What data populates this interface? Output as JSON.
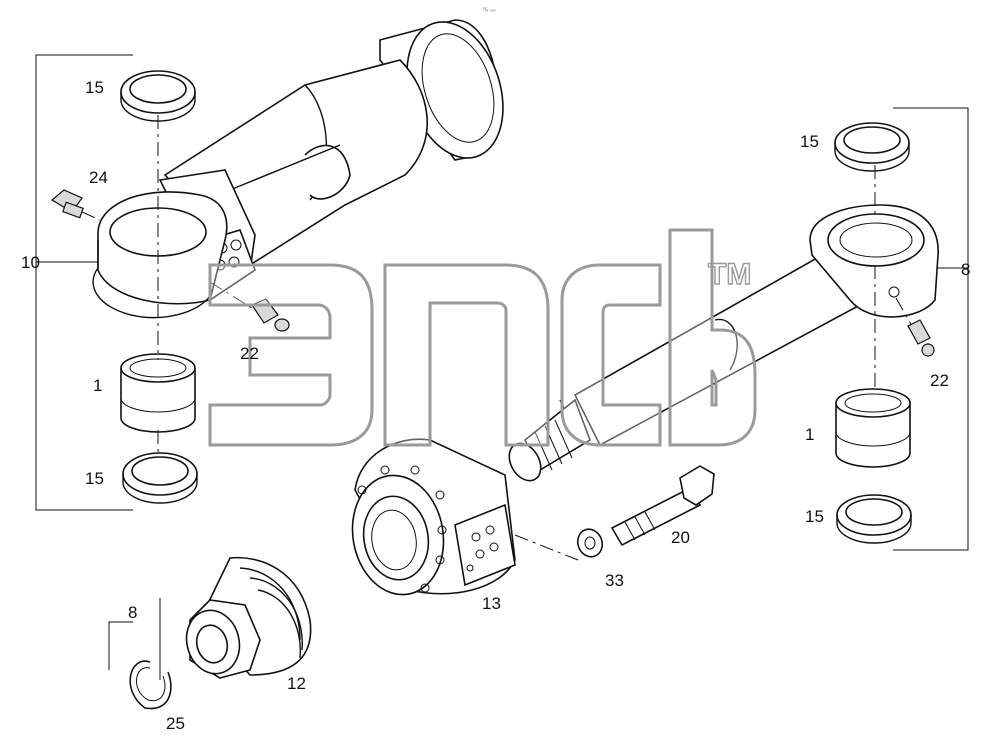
{
  "figure": {
    "tiny_ref": "⁰/₉ ₀₀₀",
    "watermark_logo": "Эпсб",
    "trademark": "TM",
    "labels": {
      "l10": "10",
      "l15a": "15",
      "l24": "24",
      "l22a": "22",
      "l1a": "1",
      "l15b": "15",
      "l8a": "8",
      "l15c": "15",
      "l22b": "22",
      "l1b": "1",
      "l15d": "15",
      "l20": "20",
      "l33": "33",
      "l13": "13",
      "l8b": "8",
      "l12": "12",
      "l25": "25"
    }
  }
}
